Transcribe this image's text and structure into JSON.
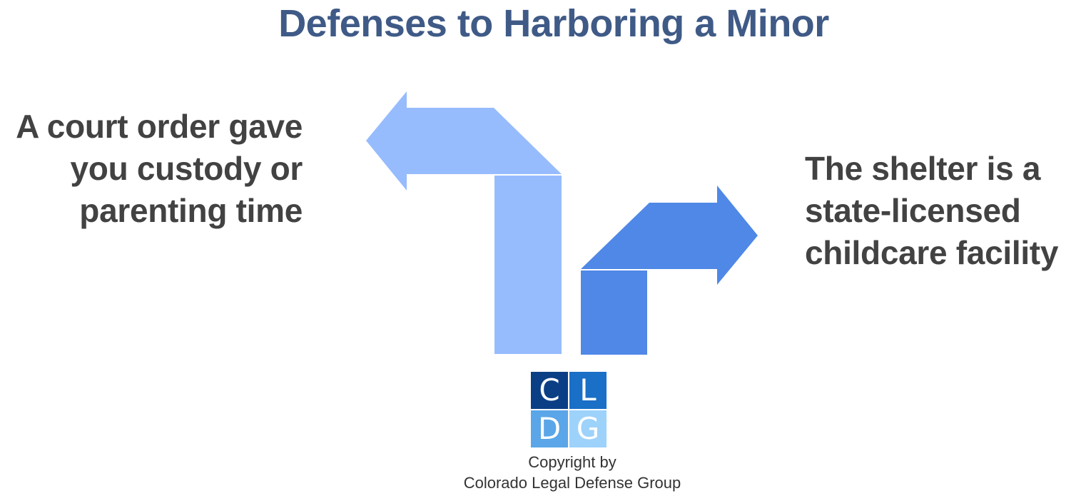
{
  "title": "Defenses to Harboring a Minor",
  "left_label": [
    "A court order gave",
    "you custody or",
    "parenting time"
  ],
  "right_label": [
    "The shelter is a",
    "state-licensed",
    "childcare facility"
  ],
  "colors": {
    "title": "#3f5a86",
    "text": "#424242",
    "left_arrow": "#97bcfd",
    "right_arrow": "#4f88e6",
    "logo_c": "#0b3f85",
    "logo_l": "#1a6fc6",
    "logo_d": "#5aa6e8",
    "logo_g": "#9dd2fb"
  },
  "logo": {
    "letters": [
      "C",
      "L",
      "D",
      "G"
    ]
  },
  "copyright": [
    "Copyright by",
    "Colorado Legal Defense Group"
  ]
}
